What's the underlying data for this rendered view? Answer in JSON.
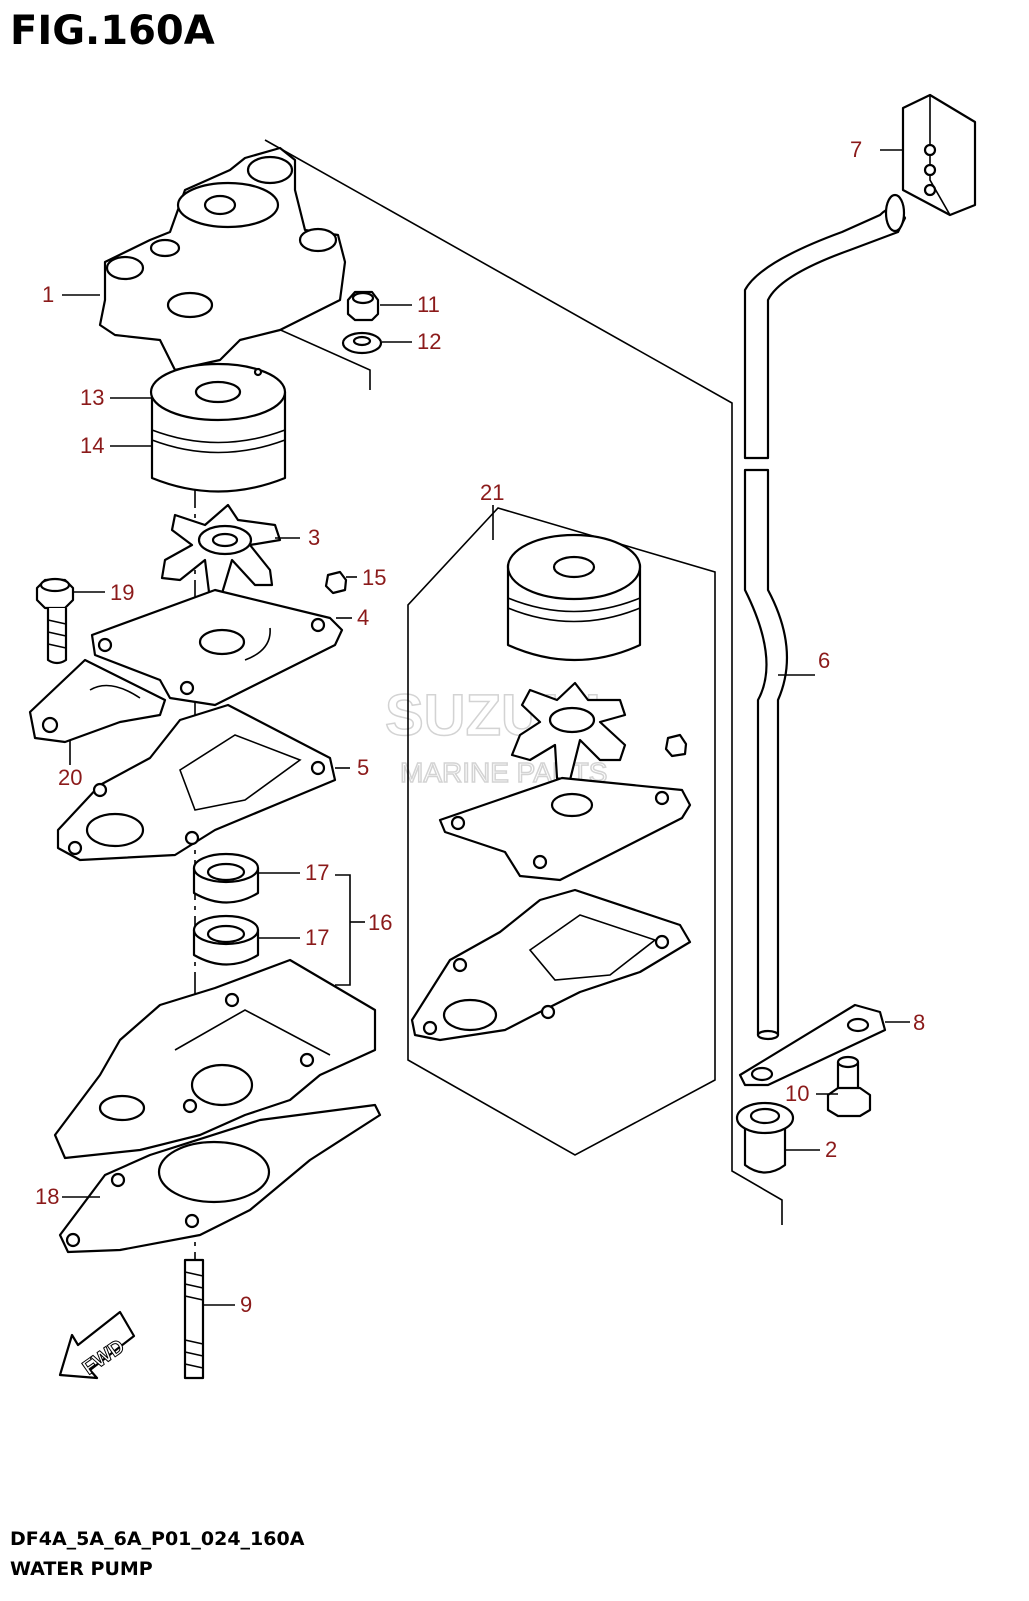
{
  "figure": {
    "title": "FIG.160A",
    "code": "DF4A_5A_6A_P01_024_160A",
    "name": "WATER PUMP",
    "fwd_label": "FWD"
  },
  "watermark": {
    "brand": "SUZUKI",
    "subtitle": "MARINE PARTS"
  },
  "callouts": [
    "1",
    "2",
    "3",
    "4",
    "5",
    "6",
    "7",
    "8",
    "9",
    "10",
    "11",
    "12",
    "13",
    "14",
    "15",
    "16",
    "17",
    "17",
    "18",
    "19",
    "20",
    "21"
  ],
  "colors": {
    "callout": "#8b1a1a",
    "line": "#000000",
    "watermark": "#c9c9c9"
  }
}
